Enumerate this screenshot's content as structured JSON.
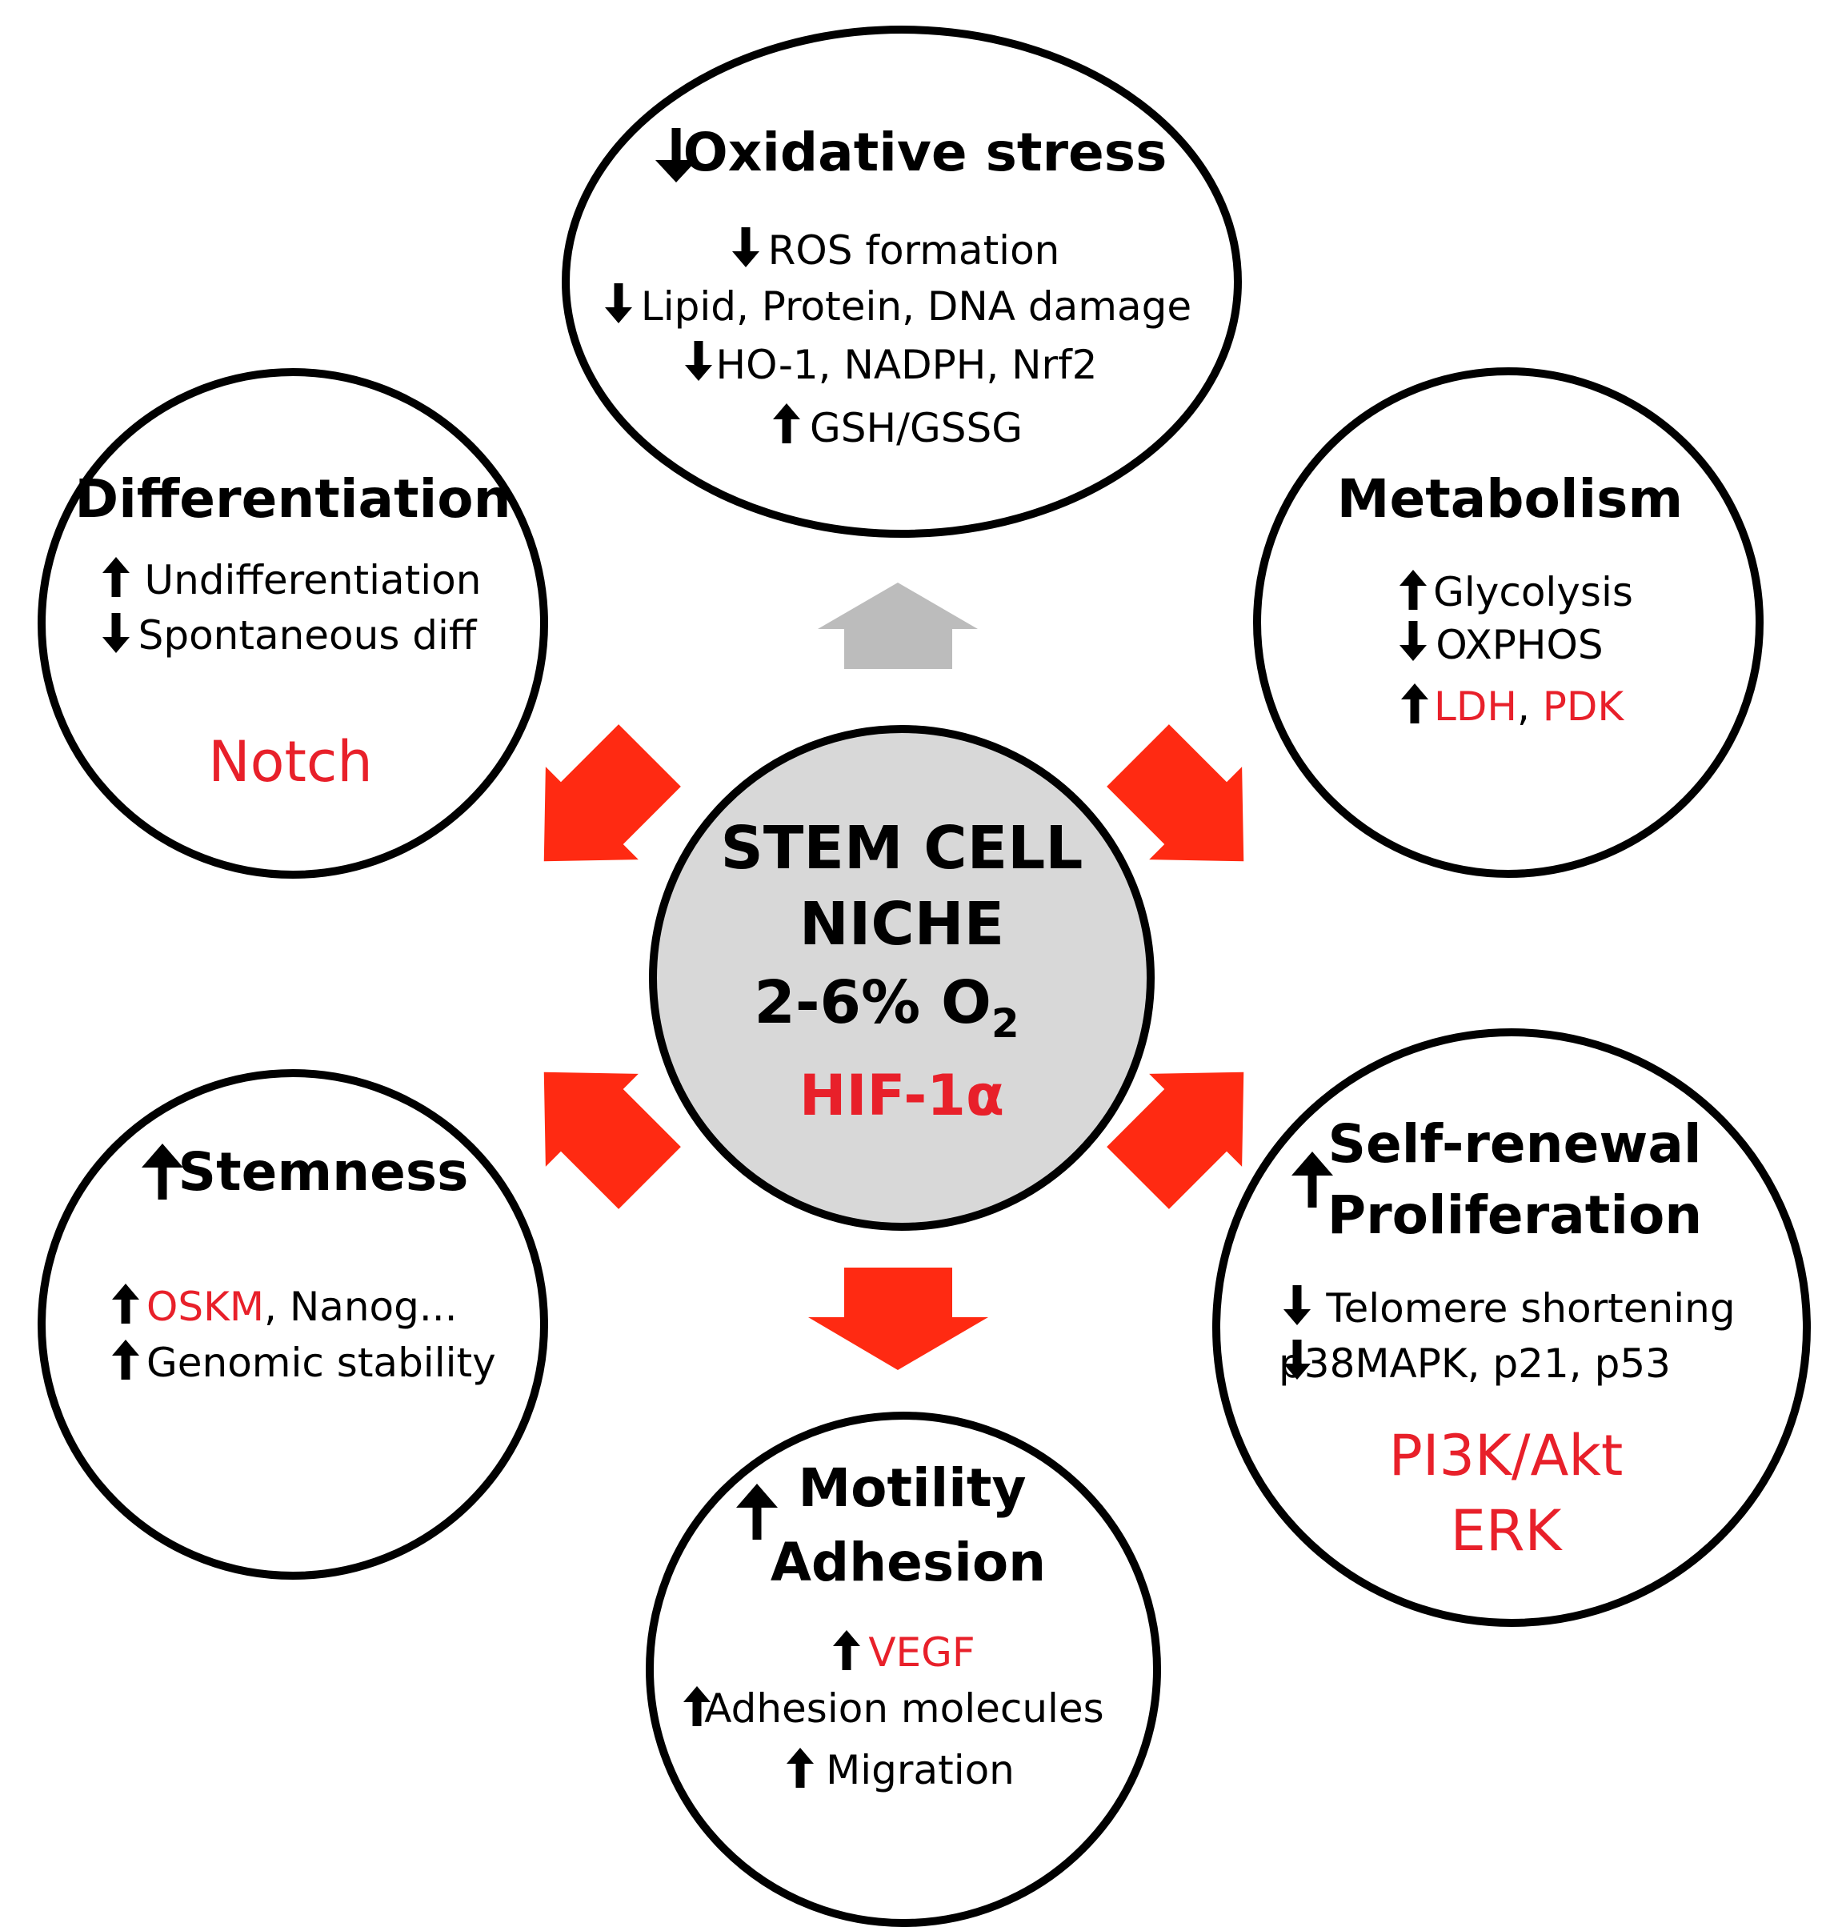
{
  "center": {
    "line1": "STEM CELL",
    "line2": "NICHE",
    "line3": "2-6% O",
    "line3_sub": "2",
    "factor": "HIF-1α"
  },
  "oxidative": {
    "title": "Oxidative stress",
    "items": [
      "ROS formation",
      "Lipid, Protein, DNA damage",
      "HO-1, NADPH, Nrf2",
      "GSH/GSSG"
    ]
  },
  "differentiation": {
    "title": "Differentiation",
    "items": [
      "Undifferentiation",
      "Spontaneous diff"
    ],
    "pathway": "Notch"
  },
  "metabolism": {
    "title": "Metabolism",
    "items": [
      "Glycolysis",
      "OXPHOS"
    ],
    "enzyme1": "LDH",
    "comma": ", ",
    "enzyme2": "PDK"
  },
  "stemness": {
    "title": "Stemness",
    "item1_red": "OSKM",
    "item1_rest": ", Nanog...",
    "item2": "Genomic stability"
  },
  "selfrenewal": {
    "title1": "Self-renewal",
    "title2": "Proliferation",
    "items": [
      "Telomere shortening",
      "p38MAPK, p21, p53"
    ],
    "pathway1": "PI3K/Akt",
    "pathway2": "ERK"
  },
  "motility": {
    "title1": "Motility",
    "title2": "Adhesion",
    "item1": "VEGF",
    "item2": "Adhesion molecules",
    "item3": "Migration"
  },
  "colors": {
    "red": "#e8202a",
    "gray_arrow": "#bcbcbc",
    "center_fill": "#d8d8d8"
  }
}
